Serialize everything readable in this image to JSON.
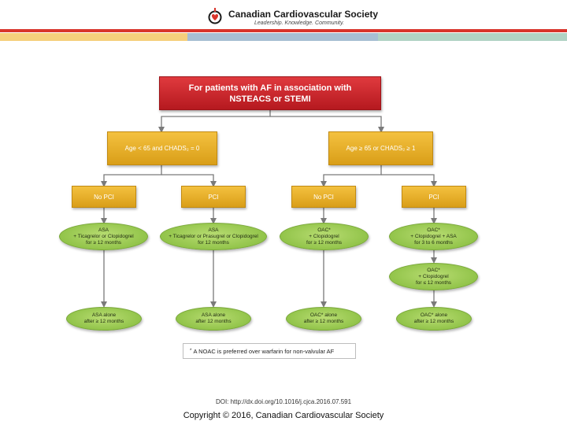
{
  "header": {
    "org_name": "Canadian Cardiovascular Society",
    "tagline": "Leadership. Knowledge. Community.",
    "colors": {
      "red": "#d9342b",
      "yellow": "#f5cf7c",
      "blue": "#a7bfd3",
      "green": "#b1d3c4"
    }
  },
  "flow": {
    "top": {
      "line1": "For patients with AF in association with",
      "line2": "NSTEACS or STEMI"
    },
    "groups": {
      "left": "Age < 65 and CHADS₂ = 0",
      "right": "Age ≥ 65 or CHADS₂ ≥ 1"
    },
    "branches": {
      "b1": "No PCI",
      "b2": "PCI",
      "b3": "No PCI",
      "b4": "PCI"
    },
    "therapy": {
      "t1": {
        "l1": "ASA",
        "l2": "+ Ticagrelor or Clopidogrel",
        "l3": "for ≥ 12 months"
      },
      "t2": {
        "l1": "ASA",
        "l2": "+ Ticagrelor or Prasugrel or Clopidogrel",
        "l3": "for 12 months"
      },
      "t3": {
        "l1": "OAC*",
        "l2": "+ Clopidogrel",
        "l3": "for ≥ 12 months"
      },
      "t4": {
        "l1": "OAC*",
        "l2": "+ Clopidogrel + ASA",
        "l3": "for 3 to 6 months"
      },
      "t5": {
        "l1": "OAC*",
        "l2": "+ Clopidogrel",
        "l3": "for ≤ 12 months"
      }
    },
    "final": {
      "f1": {
        "l1": "ASA alone",
        "l2": "after ≥ 12 months"
      },
      "f2": {
        "l1": "ASA alone",
        "l2": "after 12 months"
      },
      "f3": {
        "l1": "OAC* alone",
        "l2": "after ≥ 12 months"
      },
      "f4": {
        "l1": "OAC* alone",
        "l2": "after ≥ 12 months"
      }
    },
    "note": {
      "marker": "*",
      "text": "A NOAC is preferred over warfarin for non-valvular AF"
    }
  },
  "footer": {
    "doi": "DOI: http://dx.doi.org/10.1016/j.cjca.2016.07.591",
    "copyright": "Copyright © 2016, Canadian Cardiovascular Society"
  }
}
